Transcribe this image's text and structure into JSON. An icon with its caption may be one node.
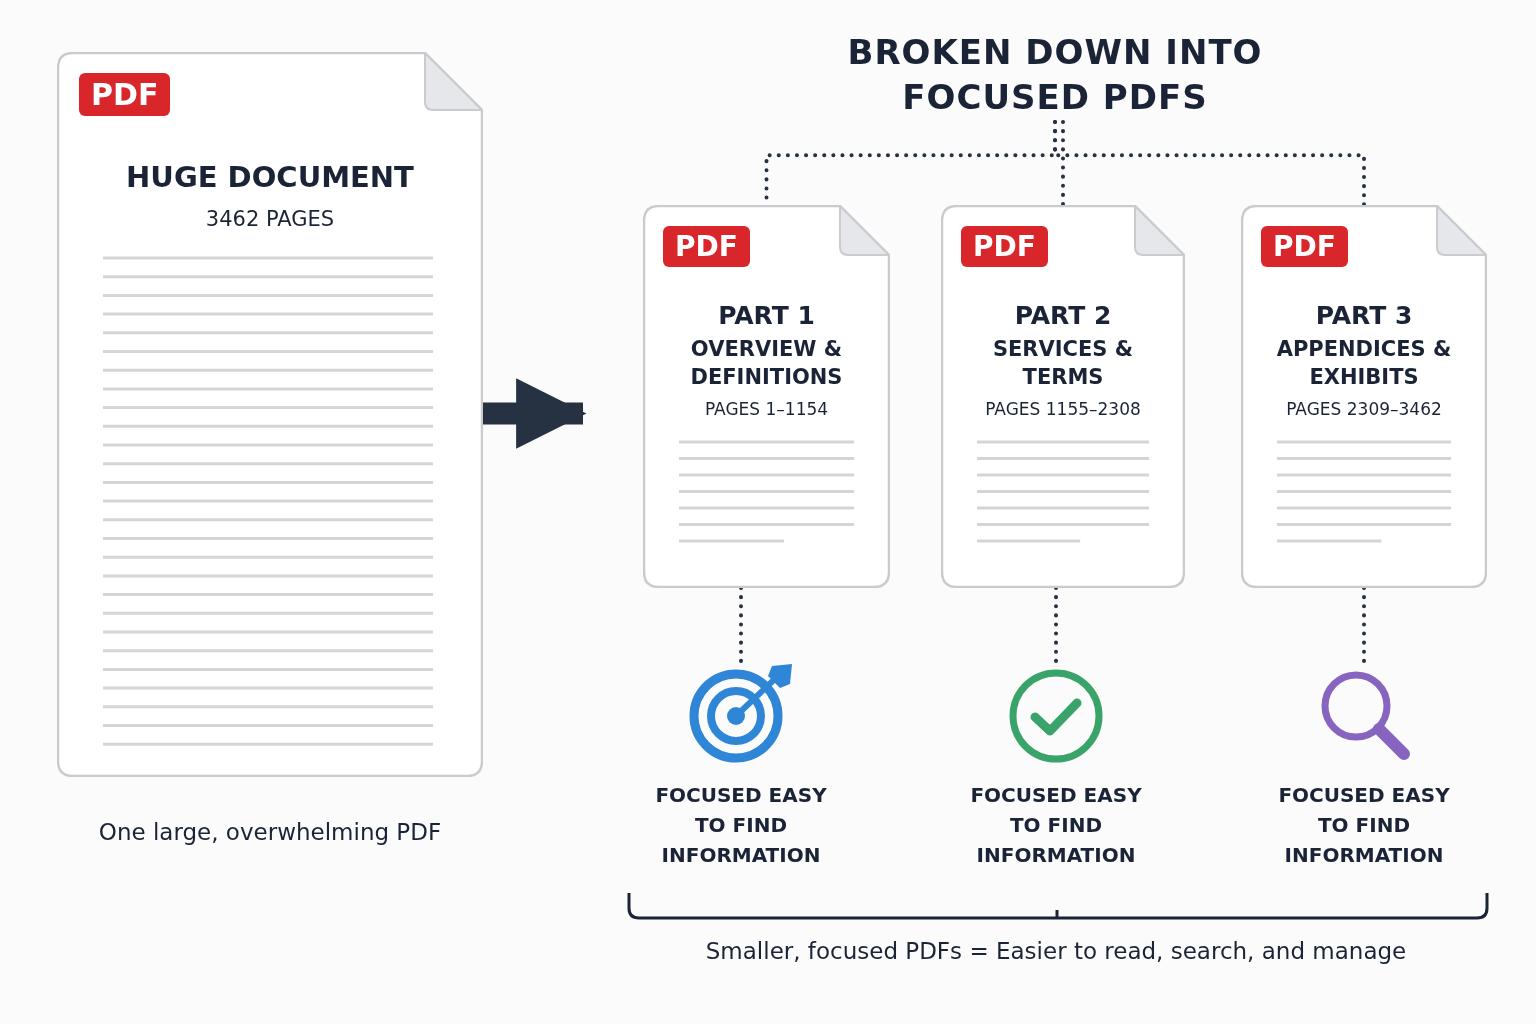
{
  "diagram": {
    "nodes": [
      {
        "text": [
          "PDF",
          "HUGE DOCUMENT",
          "3462 PAGES"
        ],
        "beside": [
          "One large, overwhelming PDF"
        ]
      },
      {
        "text": [
          "BROKEN DOWN INTO FOCUSED PDFS"
        ]
      },
      {
        "text": [
          "PDF",
          "PART 1",
          "OVERVIEW & DEFINITIONS",
          "PAGES 1–1154"
        ]
      },
      {
        "text": [
          "PDF",
          "PART 2",
          "SERVICES & TERMS",
          "PAGES 1155–2308"
        ]
      },
      {
        "text": [
          "PDF",
          "PART 3",
          "APPENDICES & EXHIBITS",
          "PAGES 2309–3462"
        ]
      },
      {
        "text": [],
        "shape": "target",
        "beside": [
          "FOCUSED EASY TO FIND INFORMATION"
        ]
      },
      {
        "text": [],
        "shape": "checkmark",
        "beside": [
          "FOCUSED EASY TO FIND INFORMATION"
        ]
      },
      {
        "text": [],
        "shape": "magnifier",
        "beside": [
          "FOCUSED EASY TO FIND INFORMATION"
        ]
      }
    ],
    "edges": [
      {
        "from": 0,
        "to": 2,
        "arrow": "to",
        "style": "thick"
      },
      {
        "from": 1,
        "to": 2,
        "arrow": "none",
        "style": "dashed"
      },
      {
        "from": 1,
        "to": 3,
        "arrow": "none",
        "style": "dashed"
      },
      {
        "from": 1,
        "to": 4,
        "arrow": "none",
        "style": "dashed"
      },
      {
        "from": 2,
        "to": 5,
        "arrow": "none",
        "style": "dashed"
      },
      {
        "from": 3,
        "to": 6,
        "arrow": "none",
        "style": "dashed"
      },
      {
        "from": 4,
        "to": 7,
        "arrow": "none",
        "style": "dashed"
      }
    ],
    "labels": [
      "Smaller, focused PDFs = Easier to read, search, and manage"
    ]
  }
}
